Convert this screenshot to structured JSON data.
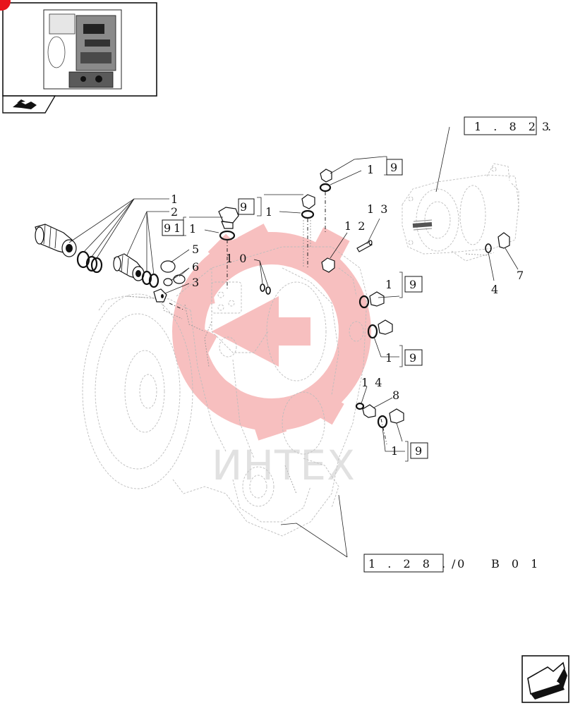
{
  "labels": {
    "p1": "1",
    "p2": "2",
    "p3": "3",
    "p4": "4",
    "p5": "5",
    "p6": "6",
    "p7": "7",
    "p8": "8",
    "p10": "1 0",
    "p12": "1 2",
    "p13": "1 3",
    "p14": "1 4",
    "ref_91_a": "9",
    "ref_91_b": "1",
    "ref_9_left": "9",
    "ref_1_left": "1",
    "ref_1_left2": "1",
    "ref_1_top": "1",
    "ref_9_top": "9",
    "ref_1_r1": "1",
    "ref_9_r1": "9",
    "ref_1_r2": "1",
    "ref_9_r2": "9",
    "ref_1_r3": "1",
    "ref_9_r3": "9"
  },
  "references": {
    "pump": "1 . 8 2 .",
    "pump_suffix": "3",
    "transmission": "1 . 2 8 . 0",
    "transmission_sep": "/",
    "transmission_code": "B   0 1"
  },
  "watermark": "ИНТЕХ",
  "colors": {
    "watermark_logo": "#f08080",
    "badge": "#e8141c"
  },
  "icons": {
    "thumbnail": "transmission-thumbnail-icon",
    "nav_back": "book-arrow-icon",
    "nav_next": "next-page-arrow-icon"
  }
}
